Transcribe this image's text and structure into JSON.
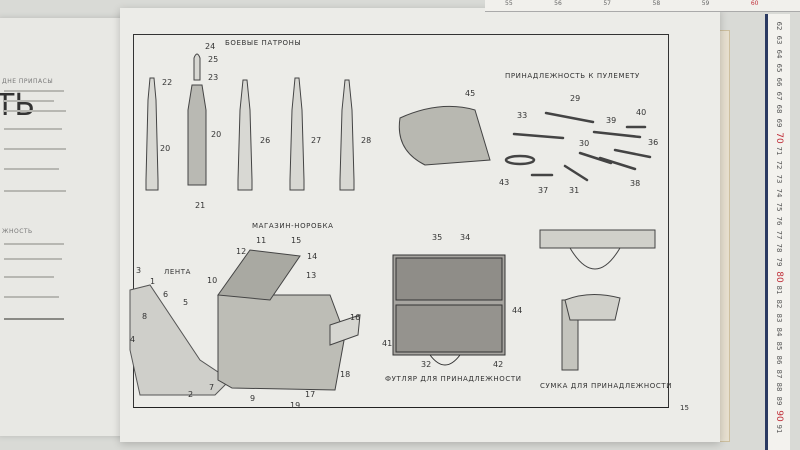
{
  "left_page": {
    "heading_fragment": "ТЬ",
    "section_fragment_1": "ДНЕ ПРИПАСЫ",
    "section_fragment_2": "ЖНОСТЬ"
  },
  "right_page": {
    "sections": {
      "cartridges": {
        "title": "БОЕВЫЕ ПАТРОНЫ",
        "labels": [
          "22",
          "20",
          "24",
          "25",
          "23",
          "20",
          "21",
          "26",
          "27",
          "28"
        ]
      },
      "magazine_box": {
        "title": "МАГАЗИН-НОРОБКА",
        "labels": [
          "11",
          "15",
          "12",
          "14",
          "13",
          "10",
          "16",
          "18",
          "19",
          "17",
          "9"
        ]
      },
      "belt": {
        "title": "ЛЕНТА",
        "labels": [
          "3",
          "1",
          "6",
          "5",
          "8",
          "4",
          "2",
          "7"
        ]
      },
      "accessories": {
        "title": "ПРИНАДЛЕЖНОСТЬ К ПУЛЕМЕТУ",
        "labels": [
          "45",
          "29",
          "33",
          "39",
          "40",
          "30",
          "36",
          "43",
          "37",
          "31",
          "38"
        ]
      },
      "case": {
        "title": "ФУТЛЯР ДЛЯ ПРИНАДЛЕЖНОСТИ",
        "labels": [
          "35",
          "34",
          "44",
          "41",
          "32",
          "42"
        ]
      },
      "pouch": {
        "title": "СУМКА ДЛЯ ПРИНАДЛЕЖНОСТИ"
      }
    },
    "page_number": "15"
  },
  "ruler": {
    "top_ticks": [
      "55",
      "56",
      "57",
      "58",
      "59",
      "60"
    ],
    "right_ticks": [
      "62",
      "63",
      "64",
      "65",
      "66",
      "67",
      "68",
      "69",
      "70",
      "71",
      "72",
      "73",
      "74",
      "75",
      "76",
      "77",
      "78",
      "79",
      "80",
      "81",
      "82",
      "83",
      "84",
      "85",
      "86",
      "87",
      "88",
      "89",
      "90",
      "91"
    ]
  }
}
